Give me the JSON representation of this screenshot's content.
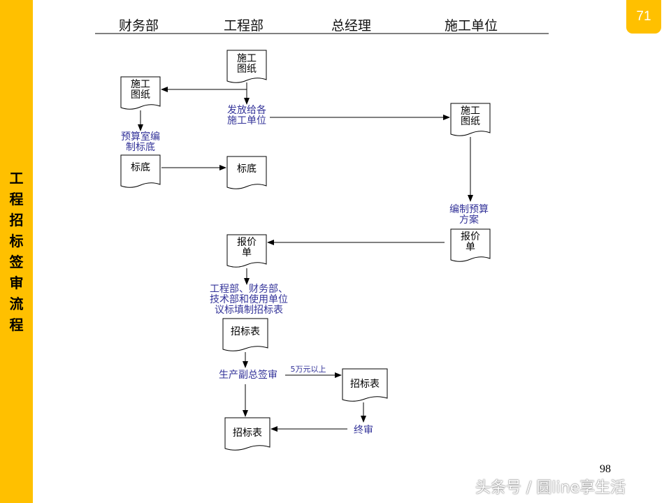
{
  "sidebar": {
    "chars": [
      "工",
      "程",
      "招",
      "标",
      "签",
      "审",
      "流",
      "程"
    ]
  },
  "slide_badge": "71",
  "lanes": [
    "财务部",
    "工程部",
    "总经理",
    "施工单位"
  ],
  "documents": {
    "d1": [
      "施工",
      "图纸"
    ],
    "d2": [
      "施工",
      "图纸"
    ],
    "d3": [
      "施工",
      "图纸"
    ],
    "d4": [
      "标底"
    ],
    "d5": [
      "标底"
    ],
    "d6": [
      "报价",
      "单"
    ],
    "d7": [
      "报价",
      "单"
    ],
    "d8": [
      "招标表"
    ],
    "d9": [
      "招标表"
    ],
    "d10": [
      "招标表"
    ]
  },
  "labels": {
    "issue": [
      "发放给各",
      "施工单位"
    ],
    "budget_office": [
      "预算室编",
      "制标底"
    ],
    "prepare_budget": [
      "编制预算",
      "方案"
    ],
    "discuss": [
      "工程部、财务部、",
      "技术部和使用单位",
      "议标填制招标表"
    ],
    "vp_sign": [
      "生产副总签审"
    ],
    "over_50k": [
      "5万元以上"
    ],
    "final_review": [
      "终审"
    ]
  },
  "page_number": "98",
  "watermark": "头条号 / 圆line享生活",
  "colors": {
    "sidebar": "#FFC000",
    "label_text": "#333399",
    "line": "#000000"
  }
}
